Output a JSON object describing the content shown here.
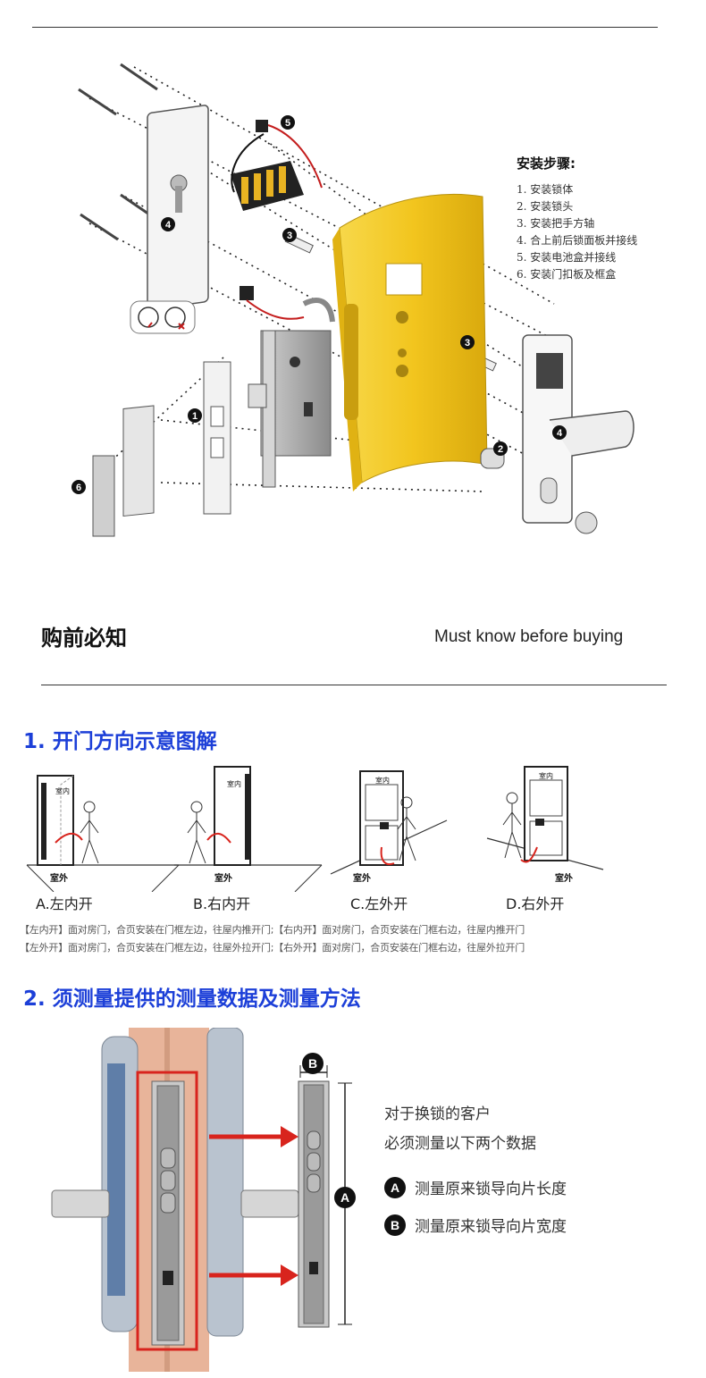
{
  "install": {
    "title": "安装步骤:",
    "steps": [
      {
        "num": "1.",
        "text": "安装锁体"
      },
      {
        "num": "2.",
        "text": "安装锁头"
      },
      {
        "num": "3.",
        "text": "安装把手方轴"
      },
      {
        "num": "4.",
        "text": "合上前后锁面板并接线"
      },
      {
        "num": "5.",
        "text": "安装电池盒并接线"
      },
      {
        "num": "6.",
        "text": "安装门扣板及框盒"
      }
    ],
    "callouts": [
      "1",
      "2",
      "3",
      "3",
      "4",
      "4",
      "5",
      "6"
    ]
  },
  "know": {
    "title_zh": "购前必知",
    "title_en": "Must know before buying"
  },
  "section1": {
    "title": "1. 开门方向示意图解",
    "doors": [
      {
        "caption": "A.左内开",
        "inside": "室内",
        "outside": "室外"
      },
      {
        "caption": "B.右内开",
        "inside": "室内",
        "outside": "室外"
      },
      {
        "caption": "C.左外开",
        "inside": "室内",
        "outside": "室外"
      },
      {
        "caption": "D.右外开",
        "inside": "室内",
        "outside": "室外"
      }
    ],
    "desc_line1": "【左内开】面对房门，合页安装在门框左边，往屋内推开门;【右内开】面对房门，合页安装在门框右边，往屋内推开门",
    "desc_line2": "【左外开】面对房门，合页安装在门框左边，往屋外拉开门;【右外开】面对房门，合页安装在门框右边，往屋外拉开门"
  },
  "section2": {
    "title": "2. 须测量提供的测量数据及测量方法",
    "intro1": "对于换锁的客户",
    "intro2": "必须测量以下两个数据",
    "items": [
      {
        "badge": "A",
        "text": "测量原来锁导向片长度"
      },
      {
        "badge": "B",
        "text": "测量原来锁导向片宽度"
      }
    ],
    "dim_a": "A",
    "dim_b": "B"
  },
  "colors": {
    "accent_blue": "#1c3fd8",
    "door_gold": "#f2c51e",
    "arrow_red": "#d8241d"
  }
}
